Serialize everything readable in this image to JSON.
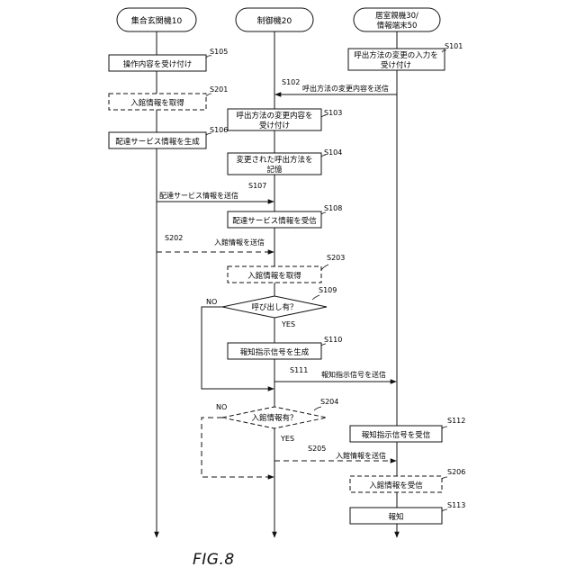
{
  "lanes": {
    "l1": "集合玄関機10",
    "l2": "制御機20",
    "l3a": "居室親機30/",
    "l3b": "情報端末50"
  },
  "steps": {
    "s101": {
      "id": "S101",
      "text_a": "呼出方法の変更の入力を",
      "text_b": "受け付け"
    },
    "s102": {
      "id": "S102",
      "text": "呼出方法の変更内容を送信"
    },
    "s103": {
      "id": "S103",
      "text_a": "呼出方法の変更内容を",
      "text_b": "受け付け"
    },
    "s104": {
      "id": "S104",
      "text_a": "変更された呼出方法を",
      "text_b": "記憶"
    },
    "s105": {
      "id": "S105",
      "text": "操作内容を受け付け"
    },
    "s106": {
      "id": "S106",
      "text": "配達サービス情報を生成"
    },
    "s107": {
      "id": "S107",
      "text": "配達サービス情報を送信"
    },
    "s108": {
      "id": "S108",
      "text": "配達サービス情報を受信"
    },
    "s109": {
      "id": "S109",
      "text": "呼び出し有？",
      "yes": "YES",
      "no": "NO"
    },
    "s110": {
      "id": "S110",
      "text": "報知指示信号を生成"
    },
    "s111": {
      "id": "S111",
      "text": "報知指示信号を送信"
    },
    "s112": {
      "id": "S112",
      "text": "報知指示信号を受信"
    },
    "s113": {
      "id": "S113",
      "text": "報知"
    },
    "s201": {
      "id": "S201",
      "text": "入館情報を取得"
    },
    "s202": {
      "id": "S202",
      "text": "入館情報を送信"
    },
    "s203": {
      "id": "S203",
      "text": "入館情報を取得"
    },
    "s204": {
      "id": "S204",
      "text": "入館情報有？",
      "yes": "YES",
      "no": "NO"
    },
    "s205": {
      "id": "S205",
      "text": "入館情報を送信"
    },
    "s206": {
      "id": "S206",
      "text": "入館情報を受信"
    }
  },
  "figure_label": "FIG.8"
}
